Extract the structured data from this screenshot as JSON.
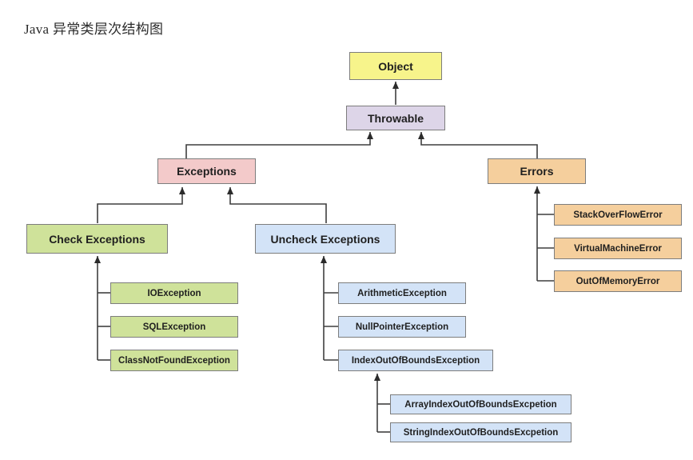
{
  "title": "Java 异常类层次结构图",
  "diagram": {
    "type": "class-hierarchy-tree",
    "colors": {
      "object_fill": "#f7f48b",
      "throwable_fill": "#ddd5e8",
      "exceptions_fill": "#f3caca",
      "errors_fill": "#f5cf9d",
      "checked_fill": "#cfe29a",
      "unchecked_fill": "#d3e3f7",
      "border": "#7d7d7d",
      "line": "#3f3f3f",
      "text": "#1f1f1f"
    },
    "nodes": {
      "object": {
        "label": "Object",
        "fill": "#f7f48b"
      },
      "throwable": {
        "label": "Throwable",
        "fill": "#ddd5e8"
      },
      "exceptions": {
        "label": "Exceptions",
        "fill": "#f3caca"
      },
      "errors": {
        "label": "Errors",
        "fill": "#f5cf9d"
      },
      "check_exceptions": {
        "label": "Check Exceptions",
        "fill": "#cfe29a"
      },
      "uncheck_exceptions": {
        "label": "Uncheck Exceptions",
        "fill": "#d3e3f7"
      },
      "io_exception": {
        "label": "IOException",
        "fill": "#cfe29a"
      },
      "sql_exception": {
        "label": "SQLException",
        "fill": "#cfe29a"
      },
      "class_not_found_exception": {
        "label": "ClassNotFoundException",
        "fill": "#cfe29a"
      },
      "arithmetic_exception": {
        "label": "ArithmeticException",
        "fill": "#d3e3f7"
      },
      "null_pointer_exception": {
        "label": "NullPointerException",
        "fill": "#d3e3f7"
      },
      "index_out_of_bounds_exception": {
        "label": "IndexOutOfBoundsException",
        "fill": "#d3e3f7"
      },
      "array_index_out_of_bounds_excpetion": {
        "label": "ArrayIndexOutOfBoundsExcpetion",
        "fill": "#d3e3f7"
      },
      "string_index_out_of_bounds_excpetion": {
        "label": "StringIndexOutOfBoundsExcpetion",
        "fill": "#d3e3f7"
      },
      "stack_overflow_error": {
        "label": "StackOverFlowError",
        "fill": "#f5cf9d"
      },
      "virtual_machine_error": {
        "label": "VirtualMachineError",
        "fill": "#f5cf9d"
      },
      "out_of_memory_error": {
        "label": "OutOfMemoryError",
        "fill": "#f5cf9d"
      }
    },
    "edges": [
      {
        "child": "throwable",
        "parent": "object"
      },
      {
        "child": "exceptions",
        "parent": "throwable"
      },
      {
        "child": "errors",
        "parent": "throwable"
      },
      {
        "child": "check_exceptions",
        "parent": "exceptions"
      },
      {
        "child": "uncheck_exceptions",
        "parent": "exceptions"
      },
      {
        "child": "io_exception",
        "parent": "check_exceptions"
      },
      {
        "child": "sql_exception",
        "parent": "check_exceptions"
      },
      {
        "child": "class_not_found_exception",
        "parent": "check_exceptions"
      },
      {
        "child": "arithmetic_exception",
        "parent": "uncheck_exceptions"
      },
      {
        "child": "null_pointer_exception",
        "parent": "uncheck_exceptions"
      },
      {
        "child": "index_out_of_bounds_exception",
        "parent": "uncheck_exceptions"
      },
      {
        "child": "array_index_out_of_bounds_excpetion",
        "parent": "index_out_of_bounds_exception"
      },
      {
        "child": "string_index_out_of_bounds_excpetion",
        "parent": "index_out_of_bounds_exception"
      },
      {
        "child": "stack_overflow_error",
        "parent": "errors"
      },
      {
        "child": "virtual_machine_error",
        "parent": "errors"
      },
      {
        "child": "out_of_memory_error",
        "parent": "errors"
      }
    ]
  }
}
